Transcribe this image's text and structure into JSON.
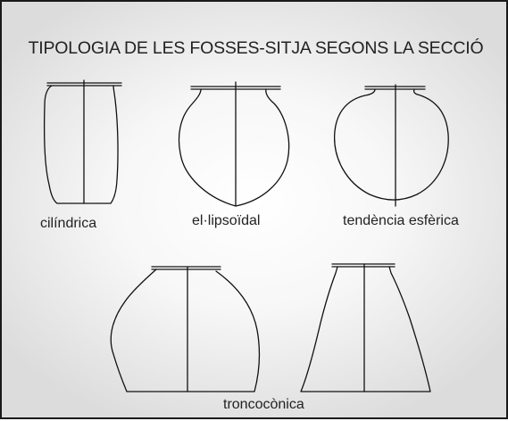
{
  "title": "TIPOLOGIA DE LES FOSSES-SITJA SEGONS LA SECCIÓ",
  "types": {
    "cylindrical": "cilíndrica",
    "ellipsoidal": "el·lipsoïdal",
    "spherical": "tendència esfèrica",
    "truncated_cone": "troncocònica"
  }
}
